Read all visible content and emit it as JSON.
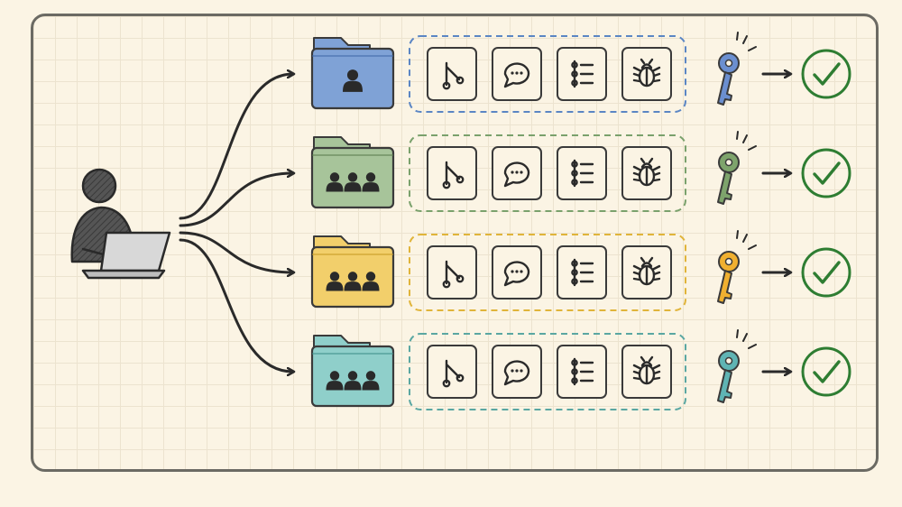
{
  "colors": {
    "ink": "#2a2a2a",
    "check_green": "#2e7d32",
    "background": "#fbf4e4"
  },
  "user": {
    "icon": "person-at-laptop-icon"
  },
  "tools": [
    {
      "icon": "branch-icon"
    },
    {
      "icon": "chat-bubble-icon"
    },
    {
      "icon": "checklist-icon"
    },
    {
      "icon": "bug-icon"
    }
  ],
  "rows": [
    {
      "folder_color": "#7fa2d6",
      "folder_dark": "#3f68a8",
      "dash_color": "#5b86c4",
      "key_color": "#6b8fd0",
      "people": 1,
      "folder_icon": "single-user-folder-icon",
      "status_icon": "check-icon"
    },
    {
      "folder_color": "#a7c49a",
      "folder_dark": "#5b7d4e",
      "dash_color": "#7aa16c",
      "key_color": "#7ea46c",
      "people": 3,
      "folder_icon": "group-folder-icon",
      "status_icon": "check-icon"
    },
    {
      "folder_color": "#f2cf6b",
      "folder_dark": "#c89a24",
      "dash_color": "#e0b43a",
      "key_color": "#f0b030",
      "people": 3,
      "folder_icon": "group-folder-icon",
      "status_icon": "check-icon"
    },
    {
      "folder_color": "#8fcfca",
      "folder_dark": "#3f8f8a",
      "dash_color": "#5aa7a2",
      "key_color": "#5fb4b4",
      "people": 3,
      "folder_icon": "group-folder-icon",
      "status_icon": "check-icon"
    }
  ]
}
